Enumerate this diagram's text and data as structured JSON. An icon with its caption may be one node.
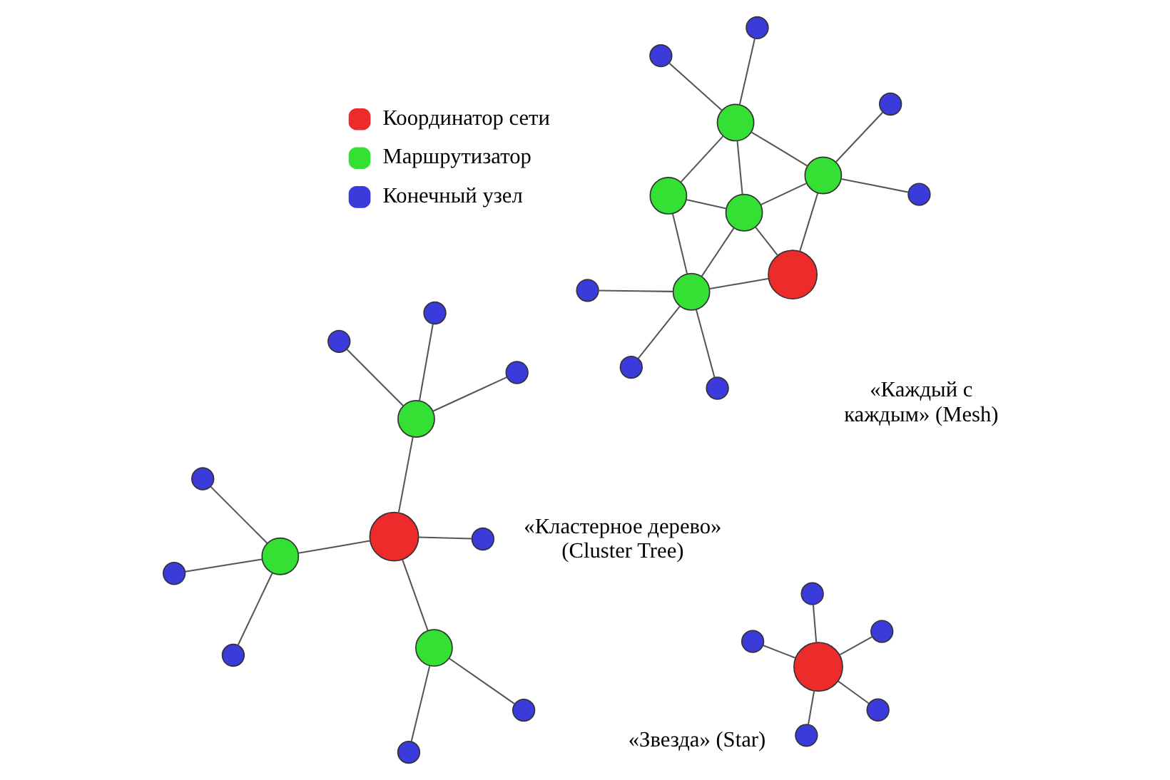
{
  "diagram": {
    "nodes": [
      {
        "text": [],
        "shape": "circle"
      },
      {
        "text": [],
        "shape": "circle"
      },
      {
        "text": [],
        "shape": "circle"
      },
      {
        "text": [],
        "shape": "circle"
      },
      {
        "text": [],
        "shape": "circle"
      },
      {
        "text": [],
        "shape": "circle"
      },
      {
        "text": [],
        "shape": "circle"
      },
      {
        "text": [],
        "shape": "circle"
      },
      {
        "text": [],
        "shape": "circle"
      },
      {
        "text": [],
        "shape": "circle"
      },
      {
        "text": [],
        "shape": "circle"
      },
      {
        "text": [],
        "shape": "circle"
      },
      {
        "text": [],
        "shape": "circle"
      },
      {
        "text": [],
        "shape": "circle"
      },
      {
        "text": [],
        "shape": "circle"
      },
      {
        "text": [],
        "shape": "circle"
      },
      {
        "text": [],
        "shape": "circle"
      },
      {
        "text": [],
        "shape": "circle"
      },
      {
        "text": [],
        "shape": "circle"
      },
      {
        "text": [],
        "shape": "circle"
      },
      {
        "text": [],
        "shape": "circle"
      },
      {
        "text": [],
        "shape": "circle"
      },
      {
        "text": [],
        "shape": "circle"
      },
      {
        "text": [],
        "shape": "circle"
      },
      {
        "text": [],
        "shape": "circle"
      },
      {
        "text": [],
        "shape": "circle"
      },
      {
        "text": [],
        "shape": "circle"
      },
      {
        "text": [],
        "shape": "circle"
      },
      {
        "text": [],
        "shape": "circle"
      },
      {
        "text": [],
        "shape": "circle"
      },
      {
        "text": [],
        "shape": "circle"
      },
      {
        "text": [],
        "shape": "circle"
      }
    ],
    "edges": [
      {
        "from": 0,
        "to": 1,
        "arrow": "none"
      },
      {
        "from": 0,
        "to": 2,
        "arrow": "none"
      },
      {
        "from": 0,
        "to": 3,
        "arrow": "none"
      },
      {
        "from": 0,
        "to": 4,
        "arrow": "none"
      },
      {
        "from": 0,
        "to": 5,
        "arrow": "none"
      },
      {
        "from": 6,
        "to": 7,
        "arrow": "none"
      },
      {
        "from": 6,
        "to": 8,
        "arrow": "none"
      },
      {
        "from": 6,
        "to": 9,
        "arrow": "none"
      },
      {
        "from": 6,
        "to": 13,
        "arrow": "none"
      },
      {
        "from": 7,
        "to": 10,
        "arrow": "none"
      },
      {
        "from": 7,
        "to": 11,
        "arrow": "none"
      },
      {
        "from": 7,
        "to": 12,
        "arrow": "none"
      },
      {
        "from": 8,
        "to": 14,
        "arrow": "none"
      },
      {
        "from": 8,
        "to": 15,
        "arrow": "none"
      },
      {
        "from": 9,
        "to": 16,
        "arrow": "none"
      },
      {
        "from": 9,
        "to": 17,
        "arrow": "none"
      },
      {
        "from": 9,
        "to": 18,
        "arrow": "none"
      },
      {
        "from": 19,
        "to": 20,
        "arrow": "none"
      },
      {
        "from": 19,
        "to": 21,
        "arrow": "none"
      },
      {
        "from": 19,
        "to": 23,
        "arrow": "none"
      },
      {
        "from": 20,
        "to": 21,
        "arrow": "none"
      },
      {
        "from": 20,
        "to": 22,
        "arrow": "none"
      },
      {
        "from": 21,
        "to": 22,
        "arrow": "none"
      },
      {
        "from": 21,
        "to": 23,
        "arrow": "none"
      },
      {
        "from": 21,
        "to": 24,
        "arrow": "none"
      },
      {
        "from": 22,
        "to": 24,
        "arrow": "none"
      },
      {
        "from": 23,
        "to": 24,
        "arrow": "none"
      },
      {
        "from": 20,
        "to": 25,
        "arrow": "none"
      },
      {
        "from": 20,
        "to": 26,
        "arrow": "none"
      },
      {
        "from": 20,
        "to": 27,
        "arrow": "none"
      },
      {
        "from": 23,
        "to": 28,
        "arrow": "none"
      },
      {
        "from": 23,
        "to": 29,
        "arrow": "none"
      },
      {
        "from": 24,
        "to": 30,
        "arrow": "none"
      },
      {
        "from": 24,
        "to": 31,
        "arrow": "none"
      }
    ],
    "labels": [
      "«Звезда» (Star)",
      "«Кластерное дерево» (Cluster Tree)",
      "«Каждый с каждым» (Mesh)"
    ],
    "legend": [
      {
        "text": "Координатор сети",
        "color": "#ee2b2b"
      },
      {
        "text": "Маршрутизатор",
        "color": "#33e033"
      },
      {
        "text": "Конечный узел",
        "color": "#3b3bdb"
      }
    ]
  }
}
